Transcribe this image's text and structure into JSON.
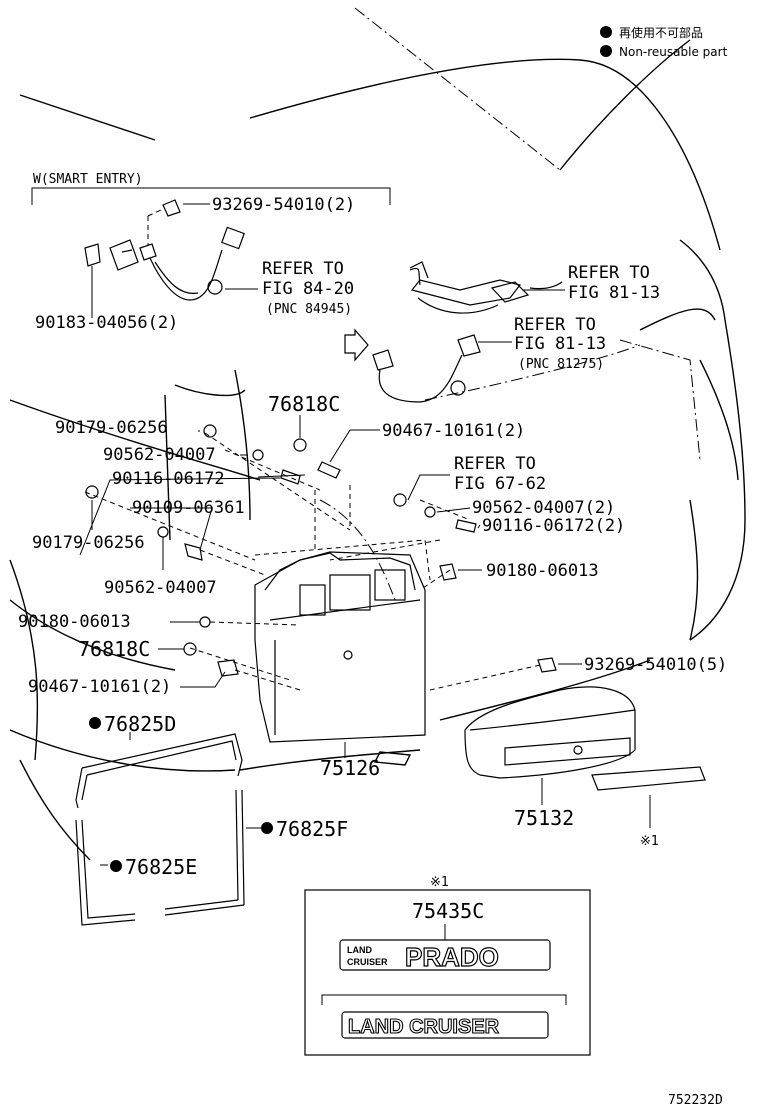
{
  "legend": {
    "non_reusable_jp": "再使用不可部品",
    "non_reusable_en": "Non-reusable part"
  },
  "smart_entry_label": "W(SMART ENTRY)",
  "parts": {
    "p93269_top": "93269-54010(2)",
    "p90183": "90183-04056(2)",
    "p90179_a": "90179-06256",
    "p90562_a": "90562-04007",
    "p90116_a": "90116-06172",
    "p90109": "90109-06361",
    "p90179_b": "90179-06256",
    "p90562_b": "90562-04007",
    "p90180_a": "90180-06013",
    "p76818_a": "76818C",
    "p90467_a": "90467-10161(2)",
    "p76818_b": "76818C",
    "p90467_b": "90467-10161(2)",
    "p90562_c": "90562-04007(2)",
    "p90116_b": "90116-06172(2)",
    "p90180_b": "90180-06013",
    "p93269_bottom": "93269-54010(5)",
    "p76825D": "76825D",
    "p76825F": "76825F",
    "p76825E": "76825E",
    "p75126": "75126",
    "p75132": "75132",
    "note1": "※1",
    "p75435C": "75435C",
    "box_note": "※1"
  },
  "refs": {
    "r1_line1": "REFER TO",
    "r1_line2": "FIG 84-20",
    "r1_line3": "(PNC 84945)",
    "r2_line1": "REFER TO",
    "r2_line2": "FIG 81-13",
    "r3_line1": "REFER TO",
    "r3_line2": "FIG 81-13",
    "r3_line3": "(PNC 81275)",
    "r4_line1": "REFER TO",
    "r4_line2": "FIG 67-62"
  },
  "emblems": {
    "prado_small_1": "LAND",
    "prado_small_2": "CRUISER",
    "prado_main": "PRADO",
    "land_cruiser": "LAND CRUISER"
  },
  "figure_id": "752232D"
}
